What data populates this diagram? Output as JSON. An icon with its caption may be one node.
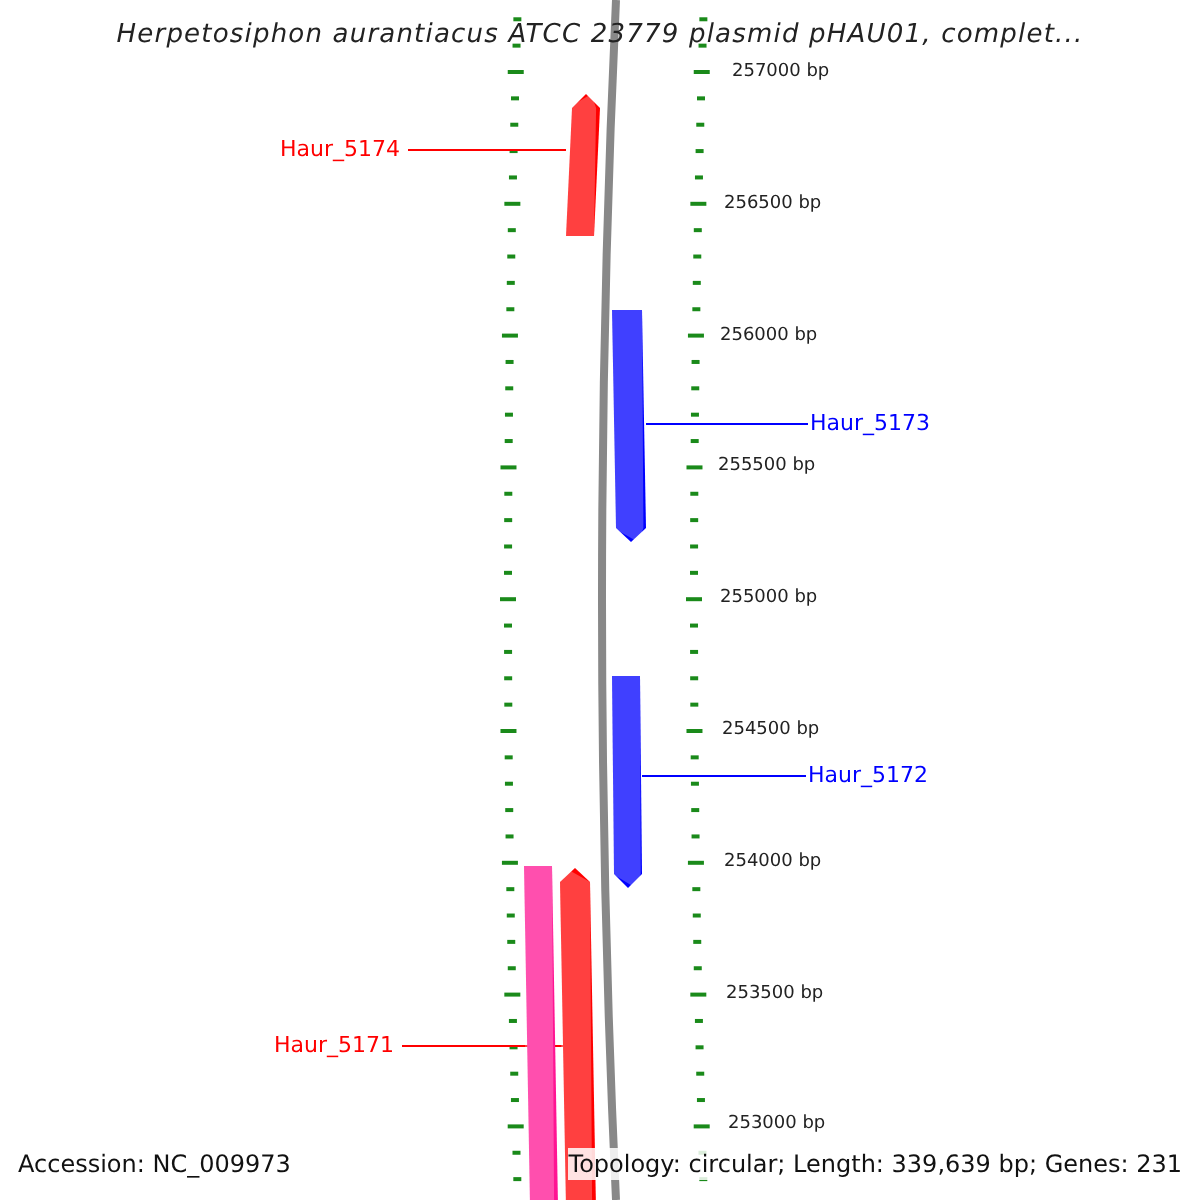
{
  "diagram": {
    "title": "Herpetosiphon aurantiacus ATCC 23779 plasmid pHAU01, complet...",
    "nodes": [
      {
        "text": [
          "Haur_5174"
        ]
      },
      {
        "text": [],
        "shape": "bar"
      },
      {
        "text": [
          "Haur_5173"
        ]
      },
      {
        "text": [],
        "shape": "bar"
      },
      {
        "text": [
          "Haur_5172"
        ]
      },
      {
        "text": [],
        "shape": "bar"
      },
      {
        "text": [
          "Haur_5171"
        ]
      },
      {
        "text": [],
        "shape": "bar"
      },
      {
        "text": [],
        "shape": "bar"
      }
    ],
    "edges": [
      {
        "from": 0,
        "to": 1,
        "arrow": "none",
        "color": "#ff0000"
      },
      {
        "from": 2,
        "to": 3,
        "arrow": "none",
        "color": "#0000ff"
      },
      {
        "from": 4,
        "to": 5,
        "arrow": "none",
        "color": "#0000ff"
      },
      {
        "from": 6,
        "to": 8,
        "arrow": "none",
        "color": "#ff0000"
      }
    ],
    "labels": [
      "257000 bp",
      "256500 bp",
      "256000 bp",
      "255500 bp",
      "255000 bp",
      "254500 bp",
      "254000 bp",
      "253500 bp",
      "253000 bp",
      "Accession: NC_009973",
      "Topology: circular; Length: 339,639 bp; Genes: 231"
    ]
  }
}
